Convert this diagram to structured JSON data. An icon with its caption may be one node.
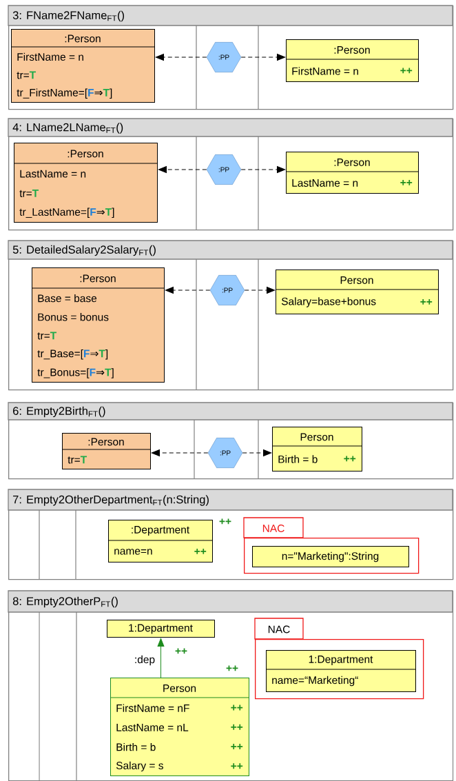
{
  "diagram": {
    "nodes": [
      {
        "text": [
          "3: FName2FName$_{FT}$()"
        ]
      },
      {
        "text": [
          ":Person",
          "FirstName = n",
          "tr=**T**",
          "tr_FirstName=[**F**⇒**T**]"
        ],
        "in": 0
      },
      {
        "text": [
          ":PP"
        ],
        "in": 0
      },
      {
        "text": [
          ":Person",
          "FirstName = n",
          "++"
        ],
        "in": 0
      },
      {
        "text": [
          "4: LName2LName$_{FT}$()"
        ]
      },
      {
        "text": [
          ":Person",
          "LastName = n",
          "tr=**T**",
          "tr_LastName=[**F**⇒**T**]"
        ],
        "in": 4
      },
      {
        "text": [
          ":PP"
        ],
        "in": 4
      },
      {
        "text": [
          ":Person",
          "LastName = n",
          "++"
        ],
        "in": 4
      },
      {
        "text": [
          "5: DetailedSalary2Salary$_{FT}$()"
        ]
      },
      {
        "text": [
          ":Person",
          "Base = base",
          "Bonus = bonus",
          "tr=**T**",
          "tr_Base=[**F**⇒**T**]",
          "tr_Bonus=[**F**⇒**T**]"
        ],
        "in": 8
      },
      {
        "text": [
          ":PP"
        ],
        "in": 8
      },
      {
        "text": [
          "Person",
          "Salary=base+bonus",
          "++"
        ],
        "in": 8
      },
      {
        "text": [
          "6: Empty2Birth$_{FT}$()"
        ]
      },
      {
        "text": [
          ":Person",
          "tr=**T**"
        ],
        "in": 12
      },
      {
        "text": [
          ":PP"
        ],
        "in": 12
      },
      {
        "text": [
          "Person",
          "Birth = b",
          "++"
        ],
        "in": 12
      },
      {
        "text": [
          "7: Empty2OtherDepartment$_{FT}$(n:String)"
        ]
      },
      {
        "text": [
          ":Department",
          "name=n",
          "++"
        ],
        "in": 16,
        "beside": [
          "++"
        ]
      },
      {
        "text": [
          "NAC"
        ],
        "in": 16
      },
      {
        "text": [
          "n=\"Marketing\":String"
        ],
        "in": 18
      },
      {
        "text": [
          "8: Empty2OtherP$_{FT}$()"
        ]
      },
      {
        "text": [
          "1:Department"
        ],
        "in": 20
      },
      {
        "text": [
          "Person",
          "FirstName = nF",
          "++",
          "LastName = nL",
          "++",
          "Birth = b",
          "++",
          "Salary = s",
          "++"
        ],
        "in": 20,
        "beside": [
          "++"
        ]
      },
      {
        "text": [
          "NAC"
        ],
        "in": 20
      },
      {
        "text": [
          "1:Department",
          "name=“Marketing“"
        ],
        "in": 23
      }
    ],
    "edges": [
      {
        "from": 2,
        "to": 1,
        "arrow": "to",
        "style": "dashed"
      },
      {
        "from": 2,
        "to": 3,
        "arrow": "to",
        "style": "dashed"
      },
      {
        "from": 6,
        "to": 5,
        "arrow": "to",
        "style": "dashed"
      },
      {
        "from": 6,
        "to": 7,
        "arrow": "to",
        "style": "dashed"
      },
      {
        "from": 10,
        "to": 9,
        "arrow": "to",
        "style": "dashed"
      },
      {
        "from": 10,
        "to": 11,
        "arrow": "to",
        "style": "dashed"
      },
      {
        "from": 14,
        "to": 13,
        "arrow": "to",
        "style": "dashed"
      },
      {
        "from": 14,
        "to": 15,
        "arrow": "to",
        "style": "dashed"
      },
      {
        "from": 22,
        "to": 21,
        "arrow": "to",
        "label": ":dep",
        "color": "#1e8c1e"
      }
    ],
    "labels": [
      "++"
    ]
  }
}
